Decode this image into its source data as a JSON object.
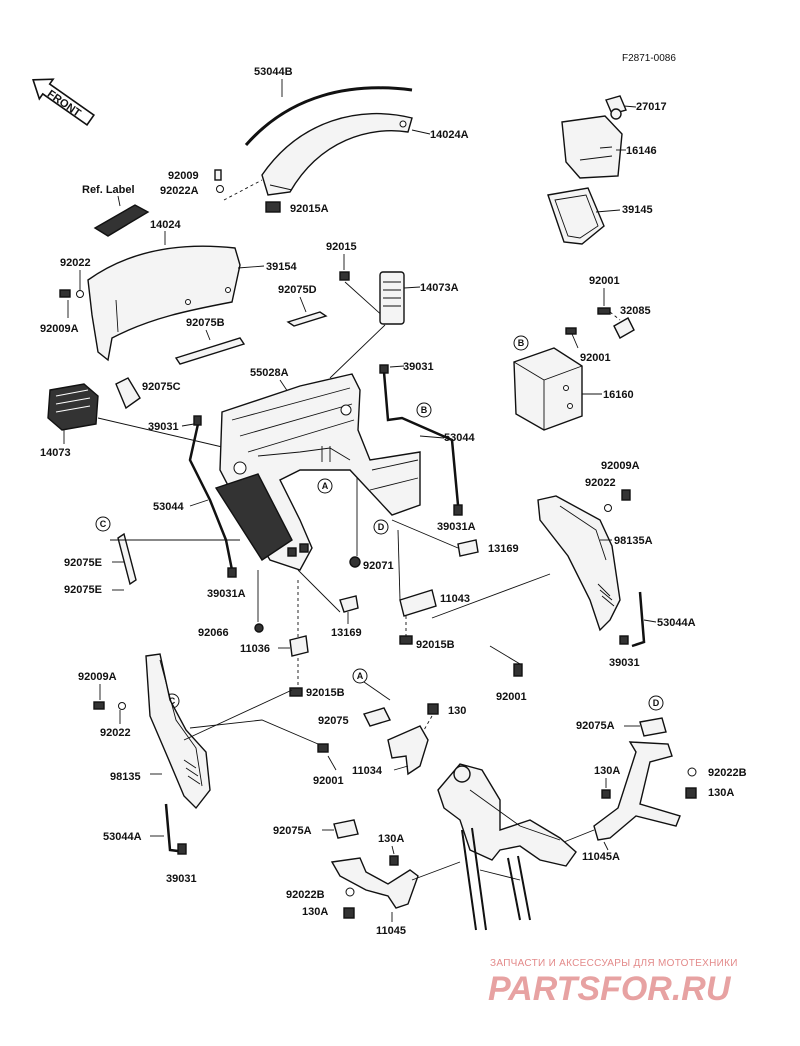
{
  "diagram": {
    "code": "F2871-0086",
    "front_label": "FRONT",
    "ref_label": "Ref. Label",
    "watermark": {
      "line1": "ЗАПЧАСТИ И АКСЕССУАРЫ ДЛЯ МОТОТЕХНИКИ",
      "line2": "PARTSFOR.RU"
    },
    "markers": [
      "A",
      "B",
      "C",
      "D"
    ],
    "parts": {
      "p53044B": "53044B",
      "p14024A": "14024A",
      "p92009": "92009",
      "p92022A": "92022A",
      "p92015A": "92015A",
      "p14024": "14024",
      "p92022_l": "92022",
      "p39154": "39154",
      "p92009A_l": "92009A",
      "p92015": "92015",
      "p14073A": "14073A",
      "p92075D": "92075D",
      "p92075B": "92075B",
      "p92075C": "92075C",
      "p14073": "14073",
      "p55028A": "55028A",
      "p39031_c": "39031",
      "p39031_l": "39031",
      "p53044_r": "53044",
      "p53044_l": "53044",
      "p39031A_c": "39031A",
      "p39031A_l": "39031A",
      "p92075E_1": "92075E",
      "p92075E_2": "92075E",
      "p92071": "92071",
      "p13169_r": "13169",
      "p13169_c": "13169",
      "p92066": "92066",
      "p11036": "11036",
      "p11043": "11043",
      "p92015B_c": "92015B",
      "p92015B_l": "92015B",
      "p27017": "27017",
      "p16146": "16146",
      "p39145": "39145",
      "p92001_t": "92001",
      "p32085": "32085",
      "p92001_m": "92001",
      "p16160": "16160",
      "p92009A_r": "92009A",
      "p92022_r": "92022",
      "p98135A": "98135A",
      "p53044A_r": "53044A",
      "p39031_r": "39031",
      "p92001_c": "92001",
      "p92009A_b": "92009A",
      "p92022_b": "92022",
      "p98135": "98135",
      "p53044A_l": "53044A",
      "p39031_b": "39031",
      "p92075": "92075",
      "p130": "130",
      "p11034": "11034",
      "p92001_b": "92001",
      "p92075A_r": "92075A",
      "p130A_r": "130A",
      "p92022B_r": "92022B",
      "p130A_r2": "130A",
      "p11045A": "11045A",
      "p92075A_b": "92075A",
      "p130A_b": "130A",
      "p92022B_b": "92022B",
      "p130A_b2": "130A",
      "p11045": "11045"
    }
  }
}
